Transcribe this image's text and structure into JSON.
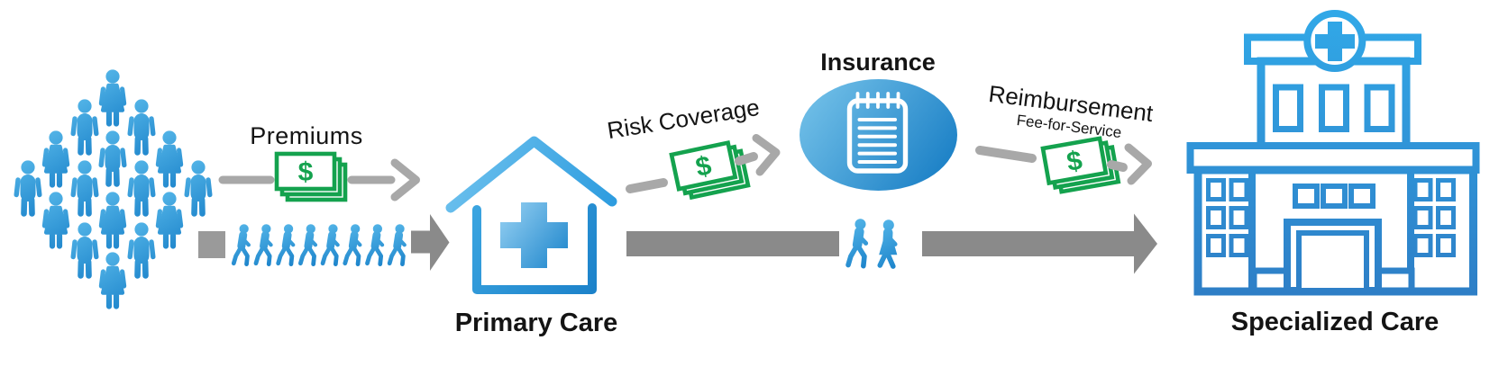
{
  "labels": {
    "premiums": "Premiums",
    "risk_coverage": "Risk Coverage",
    "insurance": "Insurance",
    "reimbursement": "Reimbursement",
    "fee_for_service": "Fee-for-Service",
    "primary_care": "Primary Care",
    "specialized_care": "Specialized Care"
  },
  "population": {
    "crowd_count": 16,
    "walking_count": 8,
    "referred_count": 2
  },
  "colors": {
    "ink": "#141414",
    "green": "#14A24E",
    "arrow": "#A8A8A8",
    "flow": "#8A8A8A",
    "square": "#9A9A9A",
    "person_light": "#56B7E9",
    "person_dark": "#1F86CC",
    "oval_light": "#72C0E8",
    "oval_dark": "#1B80C6",
    "roof_light": "#6FC2EE",
    "roof_dark": "#2D9CDF",
    "wall_light": "#3AA4E0",
    "wall_dark": "#1C82CA",
    "cross_light": "#95D0F2",
    "cross_dark": "#1E86CC",
    "hosp_light": "#31A9E8",
    "hosp_dark": "#2E7EC6"
  },
  "diagram": {
    "type": "flow",
    "nodes": [
      {
        "id": "population",
        "icon": "people-crowd"
      },
      {
        "id": "primary-care",
        "label": "Primary Care",
        "icon": "house-medical-cross"
      },
      {
        "id": "insurance",
        "label": "Insurance",
        "icon": "notepad-in-oval"
      },
      {
        "id": "specialized-care",
        "label": "Specialized Care",
        "icon": "hospital-building"
      }
    ],
    "edges": [
      {
        "from": "population",
        "to": "primary-care",
        "label": "Premiums",
        "icon": "money-bills"
      },
      {
        "from": "population",
        "to": "primary-care",
        "icon": "walking-people"
      },
      {
        "from": "primary-care",
        "to": "insurance",
        "label": "Risk Coverage",
        "icon": "money-bills"
      },
      {
        "from": "insurance",
        "to": "specialized-care",
        "label": "Reimbursement",
        "sublabel": "Fee-for-Service",
        "icon": "money-bills"
      },
      {
        "from": "primary-care",
        "to": "specialized-care",
        "icon": "walking-people"
      }
    ]
  }
}
